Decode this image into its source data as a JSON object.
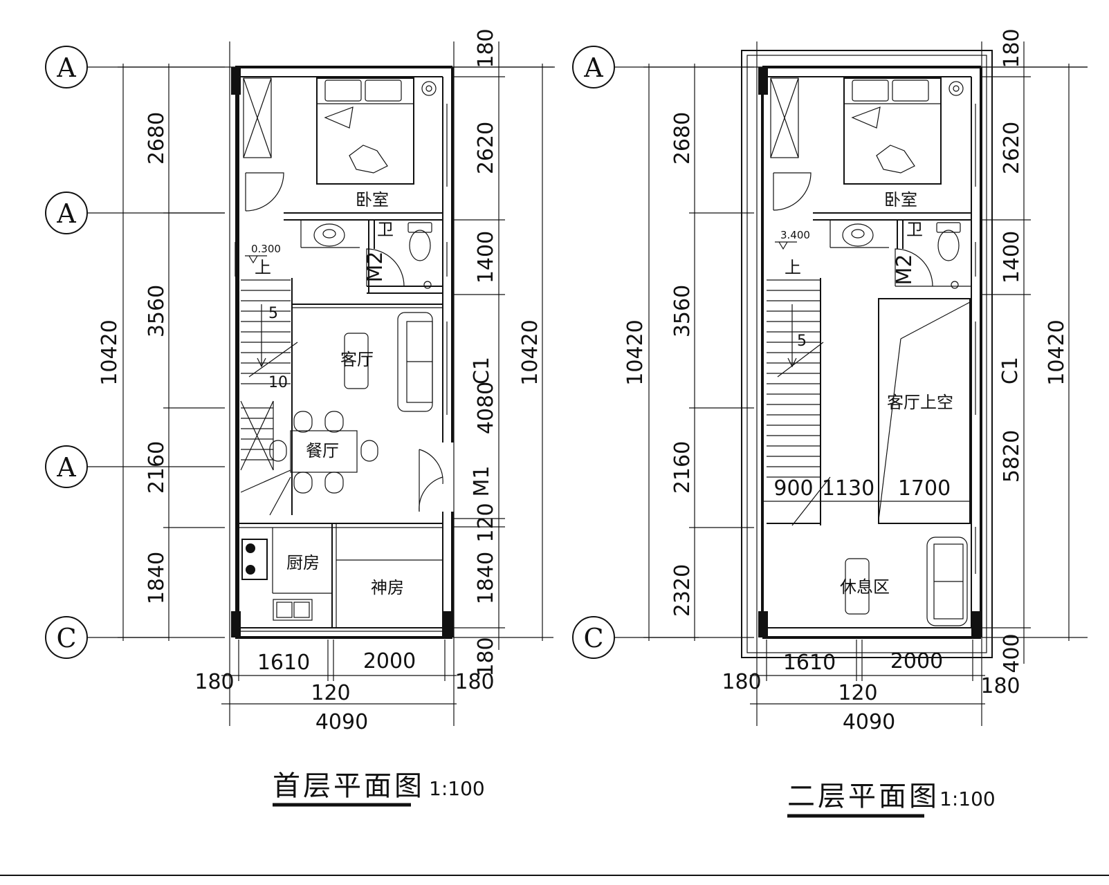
{
  "floor1": {
    "title": "首层平面图",
    "scale": "1:100",
    "rooms": {
      "bedroom": "卧室",
      "bath": "卫",
      "living": "客厅",
      "dining": "餐厅",
      "kitchen": "厨房",
      "shrine": "神房"
    },
    "elevation": "0.300",
    "stair_up": "上",
    "stair_step_a": "5",
    "stair_step_b": "10",
    "door_m2": "M2",
    "door_m1": "M1",
    "window_c1": "C1",
    "dims_left": [
      "2680",
      "3560",
      "2160",
      "1840"
    ],
    "dims_left_total": "10420",
    "dims_right": [
      "180",
      "2620",
      "1400",
      "4080",
      "120",
      "1840",
      "180"
    ],
    "dims_right_total": "10420",
    "dims_bottom": [
      "180",
      "1610",
      "120",
      "2000",
      "180"
    ],
    "dims_bottom_total": "4090"
  },
  "floor2": {
    "title": "二层平面图",
    "scale": "1:100",
    "rooms": {
      "bedroom": "卧室",
      "bath": "卫",
      "void": "客厅上空",
      "lounge": "休息区"
    },
    "elevation": "3.400",
    "stair_up": "上",
    "stair_step_a": "5",
    "door_m2": "M2",
    "window_c1": "C1",
    "dims_inner": [
      "900",
      "1130",
      "1700"
    ],
    "dims_left": [
      "2680",
      "3560",
      "2160",
      "2320"
    ],
    "dims_left_total": "10420",
    "dims_right": [
      "180",
      "2620",
      "1400",
      "5820",
      "400"
    ],
    "dims_right_total": "10420",
    "dims_bottom": [
      "180",
      "1610",
      "120",
      "2000",
      "180"
    ],
    "dims_bottom_total": "4090"
  },
  "axis_labels": [
    "A",
    "A",
    "A",
    "C"
  ]
}
